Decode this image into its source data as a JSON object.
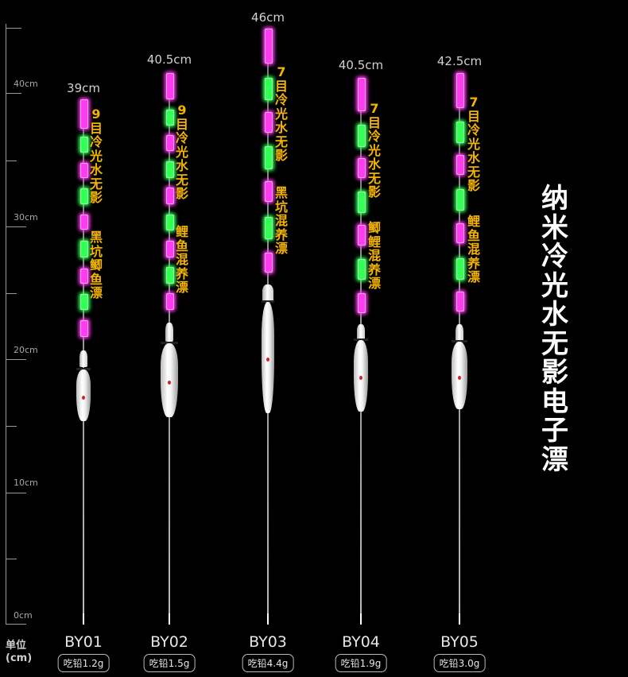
{
  "ruler": {
    "labels": [
      "40cm",
      "30cm",
      "20cm",
      "10cm",
      "0cm"
    ],
    "unit_label": "单位",
    "unit_value": "(cm)"
  },
  "colors": {
    "pink": "#ff3df0",
    "green": "#33ff55",
    "text_yellow": "#f5b400"
  },
  "title": "纳米 冷光水无影 电子漂",
  "floats": [
    {
      "model": "BY01",
      "length": "39cm",
      "spec": "9目冷光水无影",
      "usage": "黑坑鲫鱼漂",
      "weight": "吃铅1.2g"
    },
    {
      "model": "BY02",
      "length": "40.5cm",
      "spec": "9目冷光水无影",
      "usage": "鲤鱼混养漂",
      "weight": "吃铅1.5g"
    },
    {
      "model": "BY03",
      "length": "46cm",
      "spec": "7目冷光水无影",
      "usage": "黑坑混养漂",
      "weight": "吃铅4.4g"
    },
    {
      "model": "BY04",
      "length": "40.5cm",
      "spec": "7目冷光水无影",
      "usage": "鲫鲤混养漂",
      "weight": "吃铅1.9g"
    },
    {
      "model": "BY05",
      "length": "42.5cm",
      "spec": "7目冷光水无影",
      "usage": "鲤鱼混养漂",
      "weight": "吃铅3.0g"
    }
  ]
}
